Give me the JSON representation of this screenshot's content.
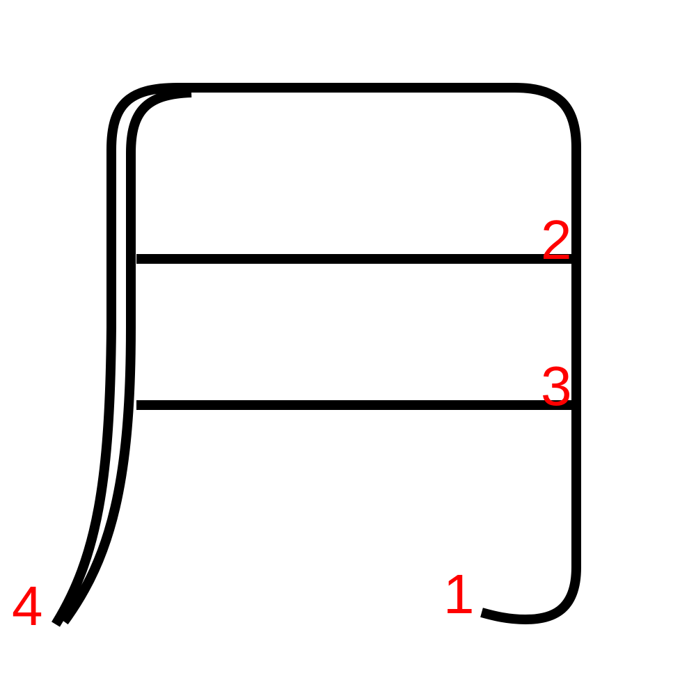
{
  "strokes": [
    {
      "number": "1"
    },
    {
      "number": "2"
    },
    {
      "number": "3"
    },
    {
      "number": "4"
    }
  ],
  "colors": {
    "stroke": "#000000",
    "number": "#ff0000",
    "background": "#ffffff"
  }
}
